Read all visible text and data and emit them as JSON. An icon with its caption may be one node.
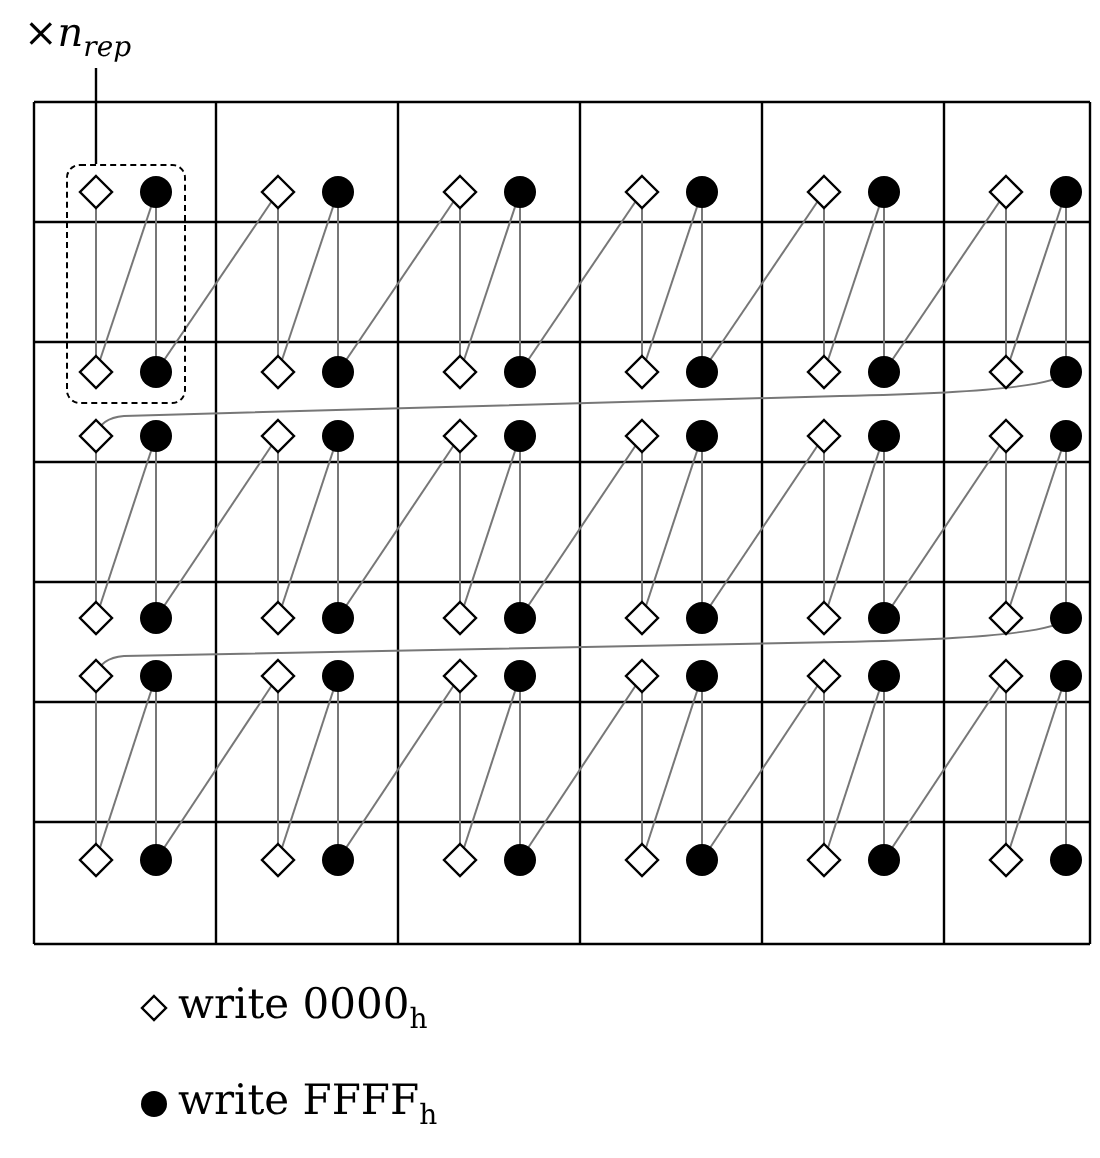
{
  "diagram": {
    "nodes": [
      {
        "text": [
          "×*n*$_{rep}$"
        ]
      },
      {
        "text": [],
        "shape": "box"
      }
    ],
    "edges": [
      {
        "from": 0,
        "to": 1,
        "arrow": "none"
      }
    ],
    "legend": [
      {
        "text": "write 0000$_{h}$"
      },
      {
        "text": "write FFFF$_{h}$"
      }
    ]
  }
}
